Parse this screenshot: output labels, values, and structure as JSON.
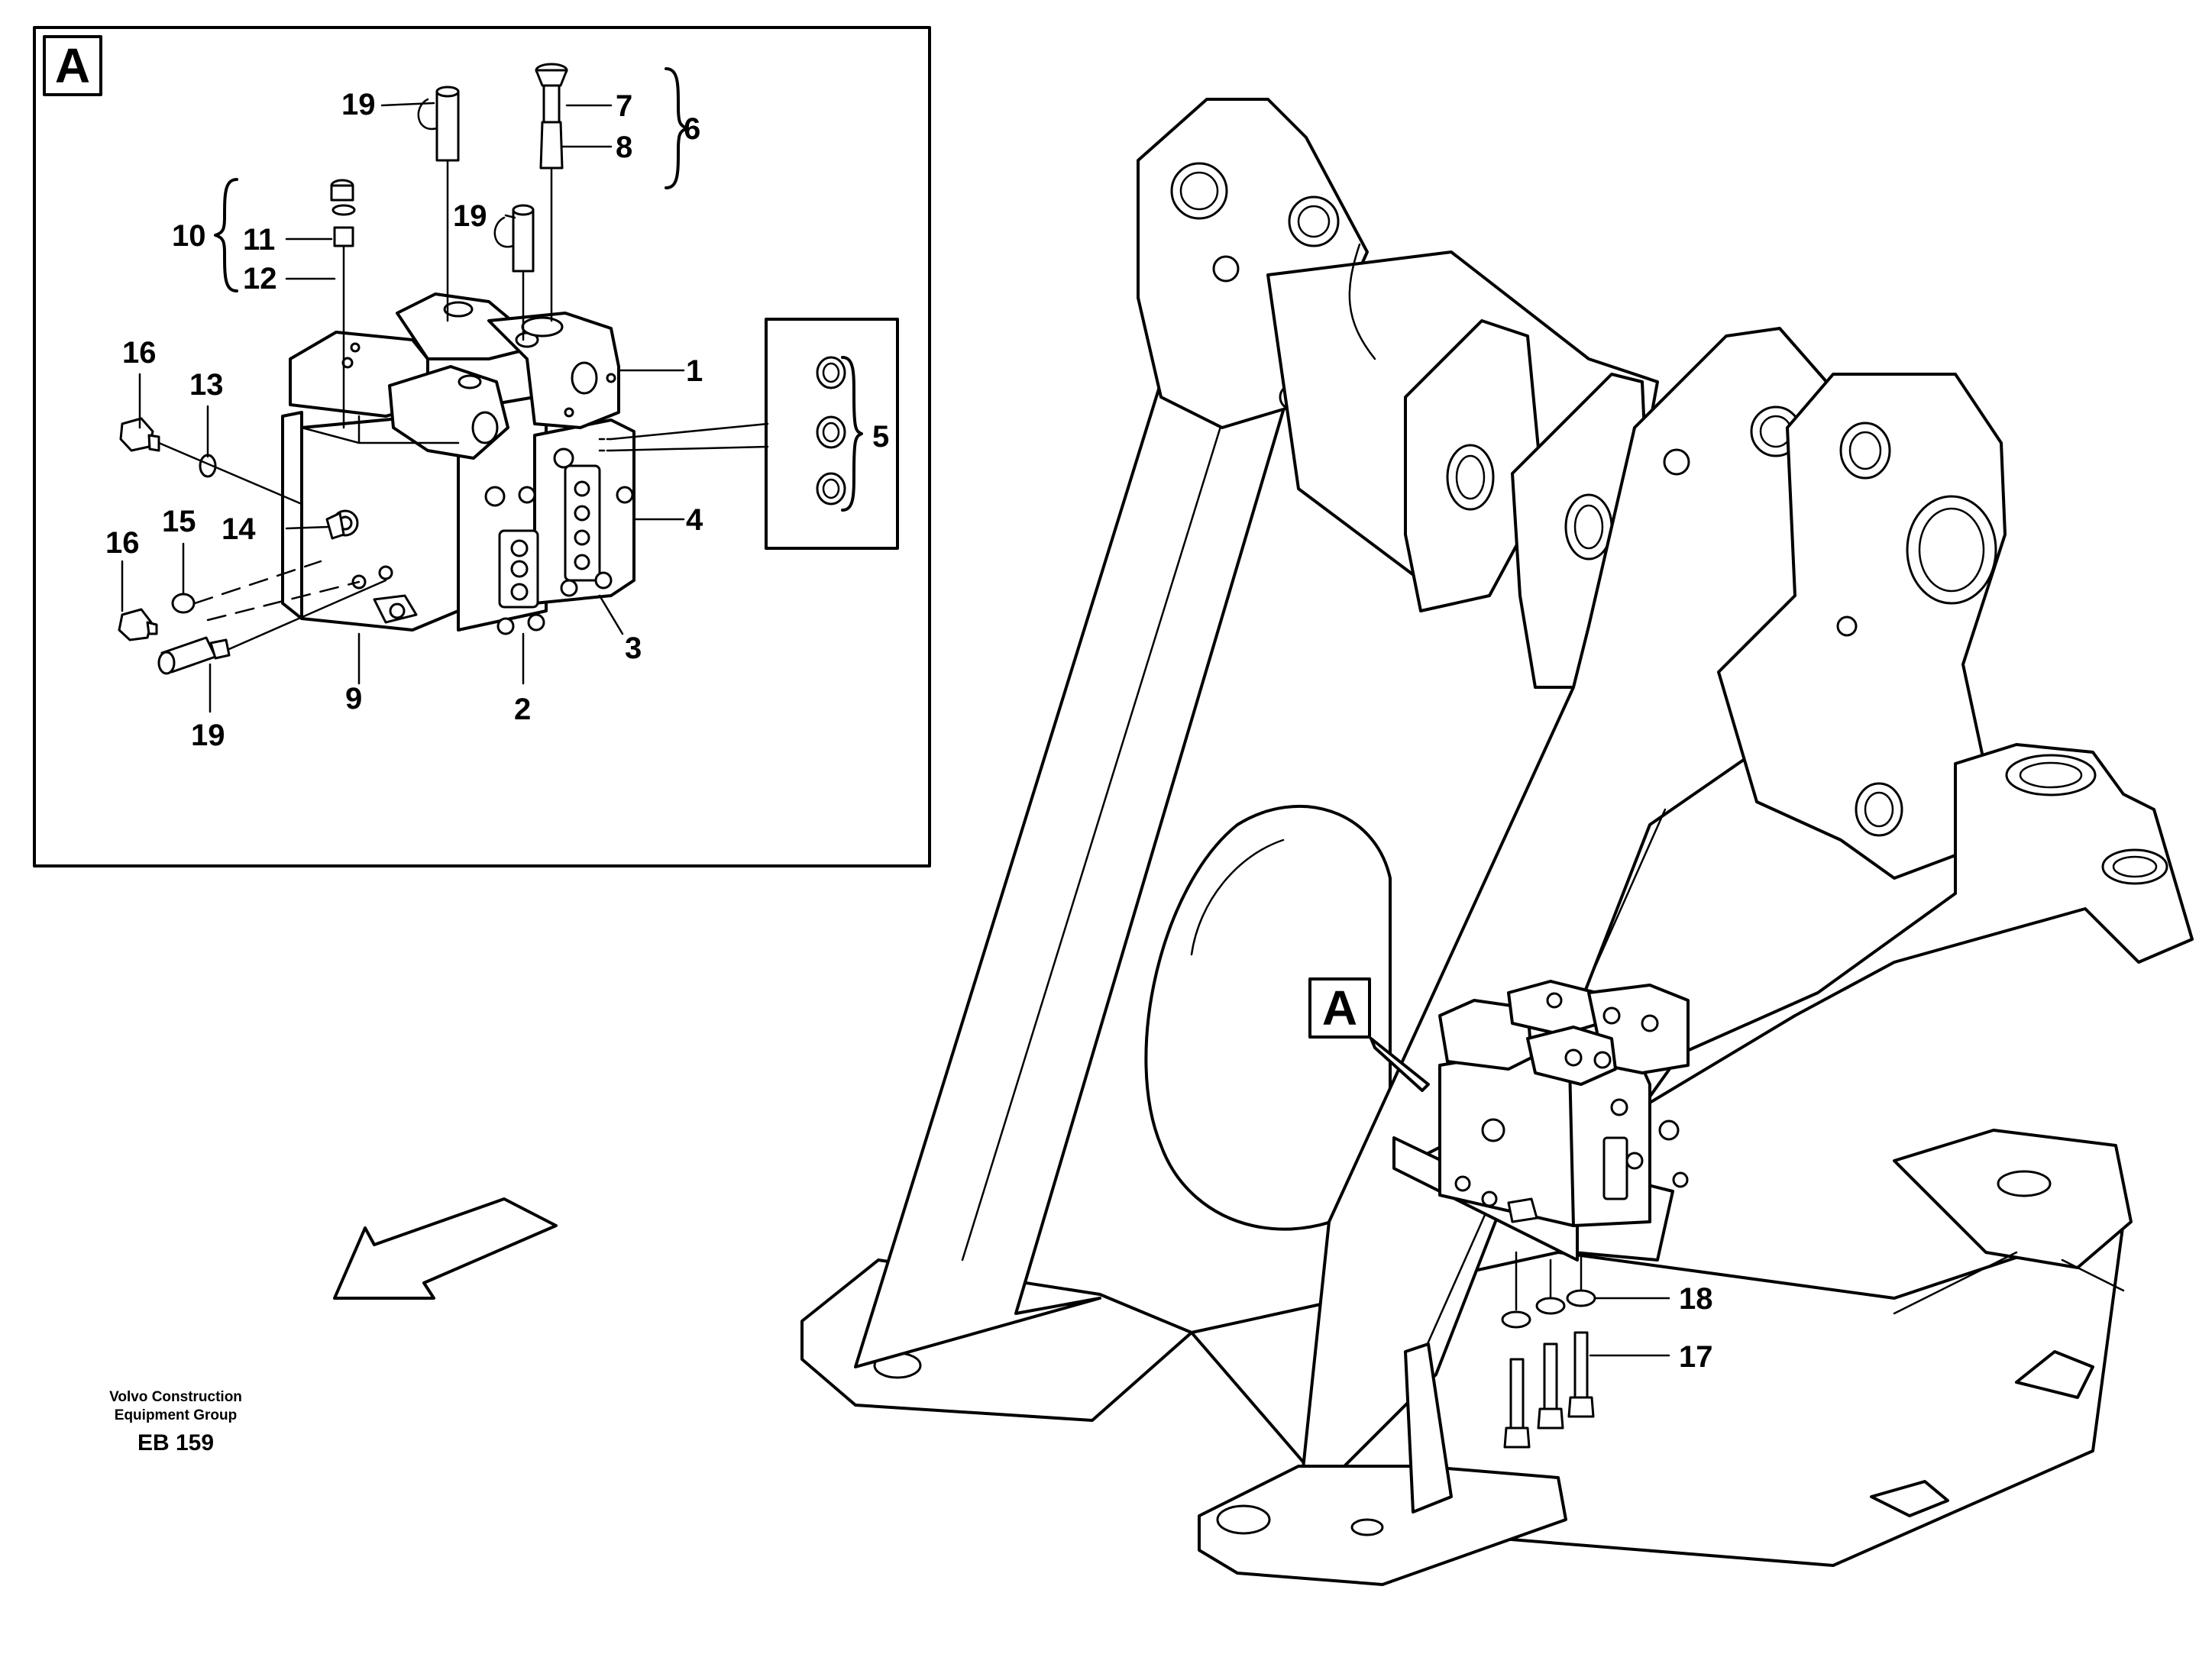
{
  "detail": {
    "frame_letter": "A",
    "callout_letter": "A"
  },
  "labels": {
    "n1": "1",
    "n2": "2",
    "n3": "3",
    "n4": "4",
    "n5": "5",
    "n6": "6",
    "n7": "7",
    "n8": "8",
    "n9": "9",
    "n10": "10",
    "n11": "11",
    "n12": "12",
    "n13": "13",
    "n14": "14",
    "n15": "15",
    "n16a": "16",
    "n16b": "16",
    "n17": "17",
    "n18": "18",
    "n19a": "19",
    "n19b": "19",
    "n19c": "19"
  },
  "footer": {
    "company_line1": "Volvo Construction",
    "company_line2": "Equipment Group",
    "code": "EB 159"
  }
}
